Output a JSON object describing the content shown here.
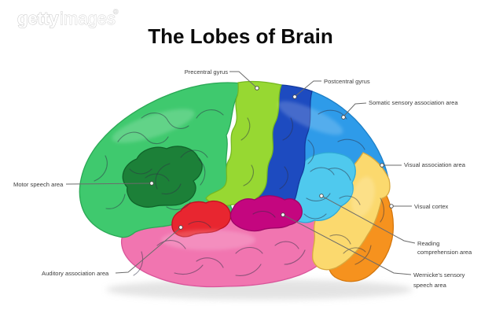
{
  "watermark": {
    "bold": "getty",
    "light": "images",
    "registered": "®"
  },
  "title": "The Lobes of Brain",
  "labels": {
    "precentral": "Precentral gyrus",
    "postcentral": "Postcentral gyrus",
    "somatic": "Somatic sensory association area",
    "visual_association": "Visual association area",
    "visual_cortex": "Visual cortex",
    "reading_1": "Reading",
    "reading_2": "comprehension area",
    "wernicke_1": "Wernicke's sensory",
    "wernicke_2": "speech area",
    "motor": "Motor speech area",
    "auditory": "Auditory association area"
  },
  "colors": {
    "frontal_lobe": "#3FC96E",
    "motor_speech_area": "#1C8038",
    "precentral_gyrus": "#97D832",
    "postcentral_gyrus": "#1D4BC0",
    "parietal_lobe": "#2E9BE9",
    "reading_comprehension_area": "#4FC9EE",
    "wernicke_area": "#C4067F",
    "temporal_lobe": "#F175B0",
    "auditory_association_area": "#E82630",
    "visual_association_area": "#FBD96E",
    "visual_cortex": "#F6921E"
  }
}
